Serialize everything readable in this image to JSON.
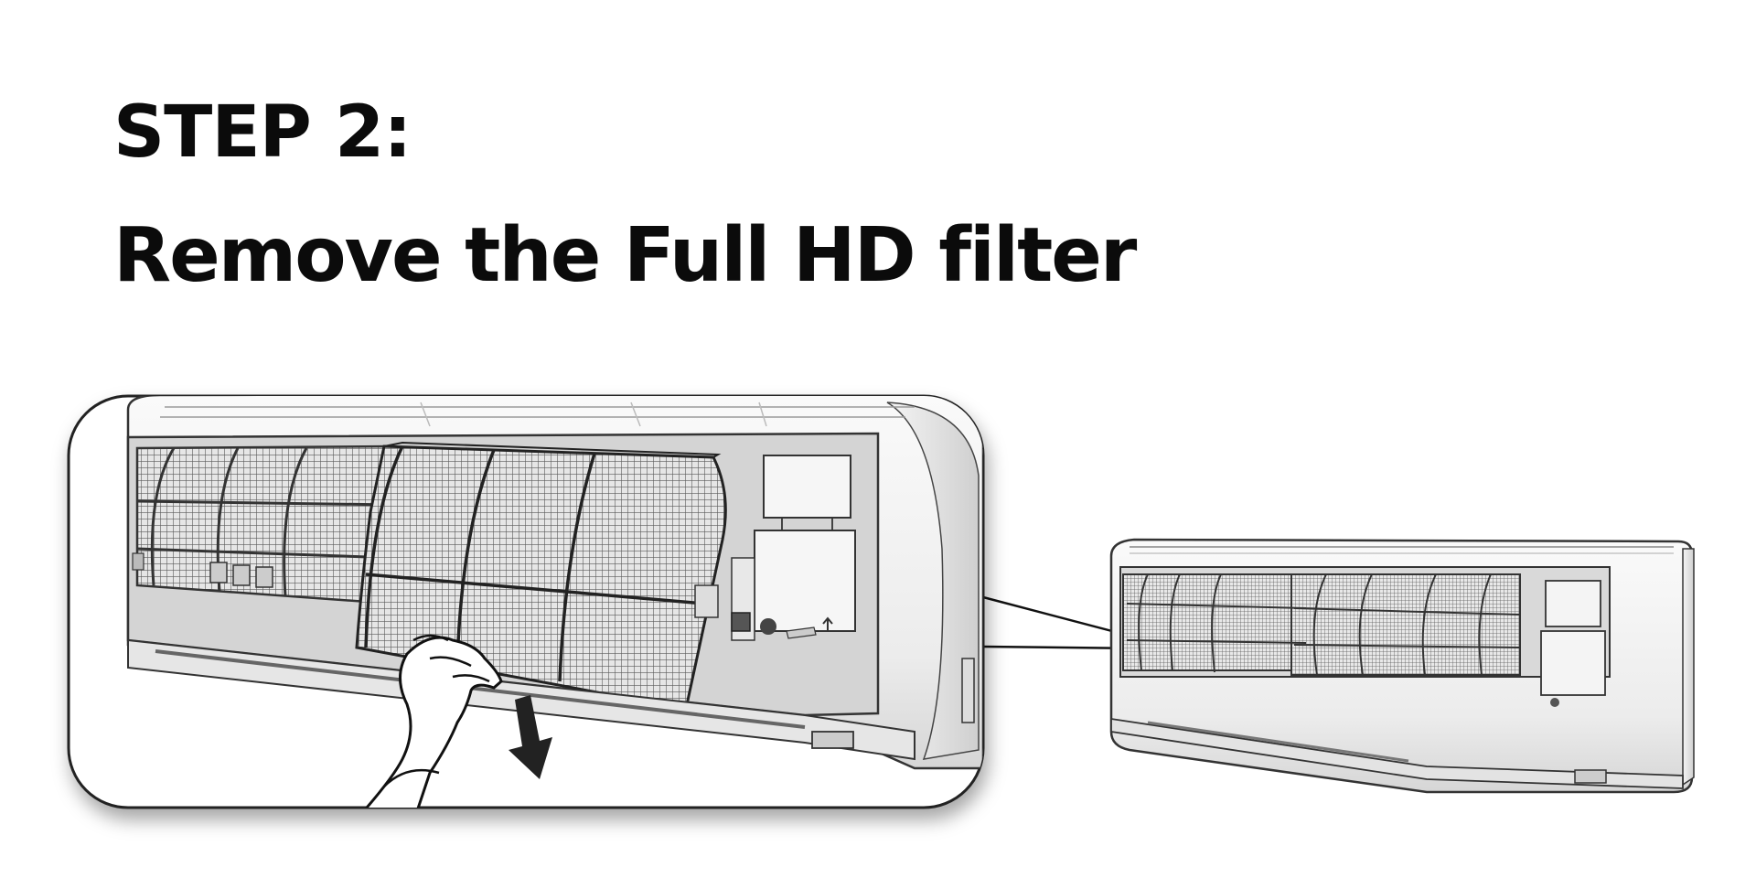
{
  "step": {
    "title": "STEP 2:",
    "description": "Remove the Full HD filter"
  },
  "illustration": {
    "subject": "wall-mounted air conditioner indoor unit with front panel open",
    "action": "hand pulling filter down",
    "arrow_direction": "down"
  },
  "colors": {
    "text": "#0b0b0b",
    "line": "#333333",
    "unit_body": "#f2f2f2",
    "mesh": "#4a4a4a",
    "background": "#ffffff"
  }
}
